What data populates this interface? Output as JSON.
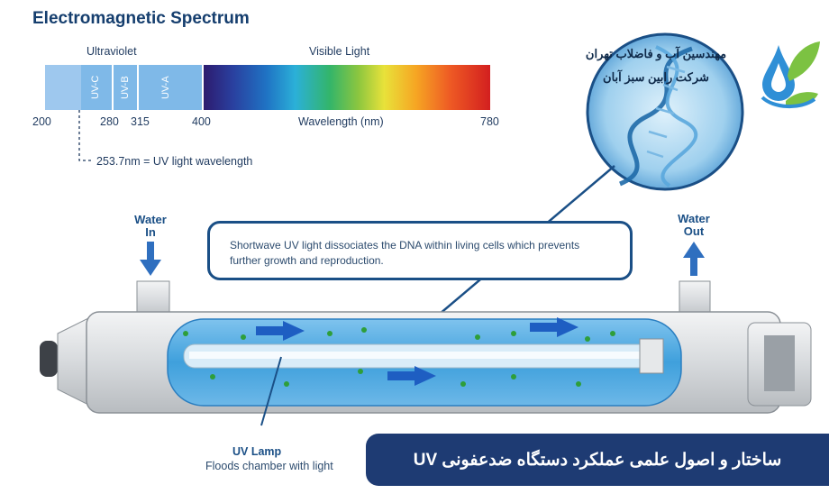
{
  "header": {
    "title": "Electromagnetic Spectrum"
  },
  "spectrum": {
    "ultraviolet_label": "Ultraviolet",
    "visible_label": "Visible Light",
    "bands": [
      "UV-C",
      "UV-B",
      "UV-A"
    ],
    "ticks": [
      "200",
      "280",
      "315",
      "400",
      "780"
    ],
    "axis_label": "Wavelength (nm)",
    "uv_wavelength_note": "253.7nm = UV light wavelength"
  },
  "flow": {
    "water_in_line1": "Water",
    "water_in_line2": "In",
    "water_out_line1": "Water",
    "water_out_line2": "Out"
  },
  "callout": {
    "text": "Shortwave UV light dissociates the DNA within living cells which prevents further growth and reproduction."
  },
  "lamp": {
    "title": "UV Lamp",
    "subtitle": "Floods chamber with light"
  },
  "logo_text": {
    "line1": "مهندسین آب و فاضلاب تهران",
    "line2": "شرکت رابین سبز آبان"
  },
  "banner": {
    "text": "ساختار و اصول علمی عملکرد دستگاه ضدعفونی UV"
  },
  "colors": {
    "brand_navy": "#1e3b73",
    "outline_blue": "#1a4f86",
    "water_blue": "#3fa0dc",
    "uv_blue": "#7fb9e8",
    "particle_green": "#2e9e3a"
  },
  "icons": [
    "water-drop-leaf-logo",
    "dna-helix-image",
    "arrow-down",
    "arrow-up",
    "arrow-right"
  ]
}
